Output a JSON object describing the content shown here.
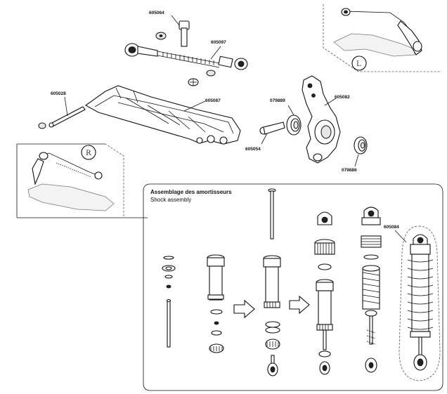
{
  "parts": {
    "p605064_top": "605064",
    "p605097": "605097",
    "p605028": "605028",
    "p605087": "605087",
    "p079889": "079889",
    "p605082": "605082",
    "p605054": "605054",
    "p079886": "079886",
    "p605084": "605084"
  },
  "insets": {
    "left_letter": "L",
    "right_letter": "R"
  },
  "shock_assembly": {
    "title_fr": "Assemblage des amortisseurs",
    "title_en": "Shock assembly"
  }
}
